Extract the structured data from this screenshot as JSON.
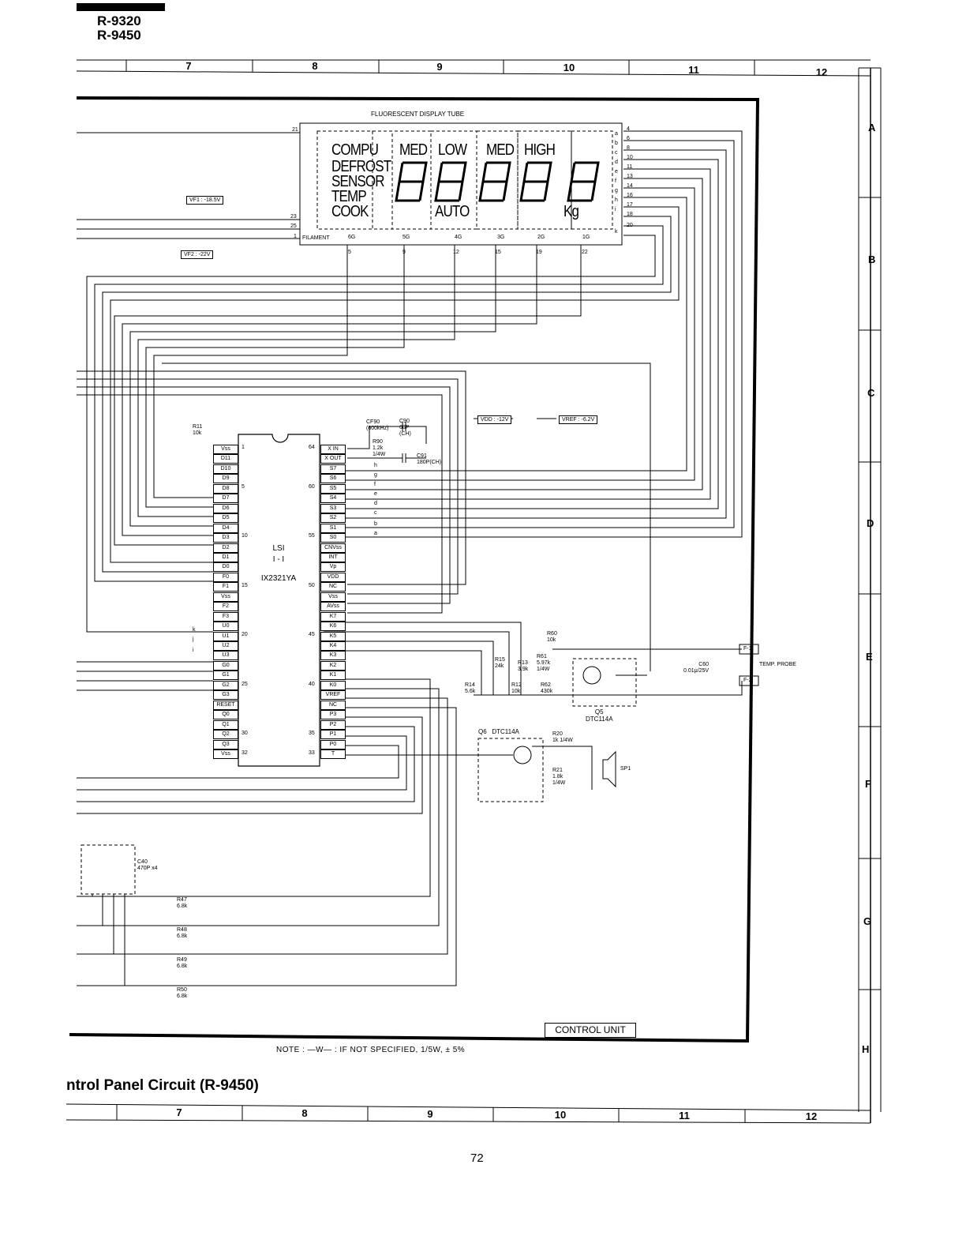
{
  "header": {
    "models": [
      "R-9320",
      "R-9450"
    ]
  },
  "columns_top": [
    "7",
    "8",
    "9",
    "10",
    "11",
    "12"
  ],
  "columns_bottom": [
    "7",
    "8",
    "9",
    "10",
    "11",
    "12"
  ],
  "rows": [
    "A",
    "B",
    "C",
    "D",
    "E",
    "F",
    "G",
    "H"
  ],
  "display": {
    "title": "FLUORESCENT DISPLAY TUBE",
    "labels": [
      "COMPU",
      "DEFROST",
      "SENSOR",
      "TEMP",
      "COOK",
      "MED",
      "LOW",
      "MED",
      "HIGH",
      "AUTO",
      "Kg"
    ],
    "filament": "FILAMENT",
    "grids": [
      "6G",
      "5G",
      "4G",
      "3G",
      "2G",
      "1G"
    ],
    "grid_pins": [
      "5",
      "9",
      "12",
      "15",
      "19",
      "22"
    ],
    "left_pins": [
      "21",
      "23",
      "25",
      "1"
    ],
    "right_pins": [
      "4",
      "6",
      "8",
      "10",
      "11",
      "13",
      "14",
      "16",
      "17",
      "18",
      "20"
    ],
    "segments": [
      "a",
      "b",
      "c",
      "d",
      "e",
      "f",
      "g",
      "h",
      "i",
      "k"
    ],
    "vf1": "VF1 : -18.5V",
    "vf2": "VF2 : -22V"
  },
  "lsi": {
    "name": "LSI",
    "ref": "I - I",
    "part": "IX2321YA",
    "left_pins": [
      "Vss",
      "D11",
      "D10",
      "D9",
      "D8",
      "D7",
      "D6",
      "D5",
      "D4",
      "D3",
      "D2",
      "D1",
      "D0",
      "F0",
      "F1",
      "Vss",
      "F2",
      "F3",
      "U0",
      "U1",
      "U2",
      "U3",
      "G0",
      "G1",
      "G2",
      "G3",
      "RESET",
      "Q0",
      "Q1",
      "Q2",
      "Q3",
      "Vss"
    ],
    "right_pins": [
      "X IN",
      "X OUT",
      "S7",
      "S6",
      "S5",
      "S4",
      "S3",
      "S2",
      "S1",
      "S0",
      "CNVss",
      "INT",
      "Vp",
      "VDD",
      "NC",
      "Vss",
      "AVss",
      "K7",
      "K6",
      "K5",
      "K4",
      "K3",
      "K2",
      "K1",
      "K0",
      "VREF",
      "NC",
      "P3",
      "P2",
      "P1",
      "P0",
      "T"
    ],
    "left_numbers": [
      "1",
      "5",
      "10",
      "15",
      "20",
      "25",
      "30",
      "32"
    ],
    "right_numbers": [
      "64",
      "60",
      "55",
      "50",
      "45",
      "40",
      "35",
      "33"
    ]
  },
  "components": {
    "r11": "R11\n10k",
    "cf90": "CF90\n(600kHz)",
    "c90": "C90\n68P\n(CH)",
    "r90": "R90\n1.2k\n1/4W",
    "c91": "C91\n180P(CH)",
    "vdd": "VDD : -12V",
    "vref": "VREF : -6.2V",
    "r60": "R60\n10k",
    "r61": "R61\n5.97k\n1/4W",
    "r15": "R15\n24k",
    "r13": "R13\n3.9k",
    "r14": "R14\n5.6k",
    "r12": "R12\n10k",
    "r62": "R62\n430k",
    "q5": "Q5\nDTC114A",
    "c60": "C60\n0.01μ/25V",
    "f1": "F-1",
    "f2": "F-2",
    "temp_probe": "TEMP. PROBE",
    "q6": "Q6   DTC114A",
    "r20": "R20\n1k 1/4W",
    "r21": "R21\n1.8k\n1/4W",
    "sp1": "SP1",
    "c40": "C40\n470P x4",
    "r47": "R47\n6.8k",
    "r48": "R48\n6.8k",
    "r49": "R49\n6.8k",
    "r50": "R50\n6.8k",
    "seg_labels": [
      "h",
      "g",
      "f",
      "e",
      "d",
      "c",
      "b",
      "a"
    ],
    "k_labels": [
      "k",
      "j",
      "i"
    ]
  },
  "control_unit": "CONTROL  UNIT",
  "note": "NOTE  :  —W—  :  IF NOT SPECIFIED, 1/5W,  ± 5%",
  "title": "ntrol  Panel  Circuit  (R-9450)",
  "page_number": "72"
}
